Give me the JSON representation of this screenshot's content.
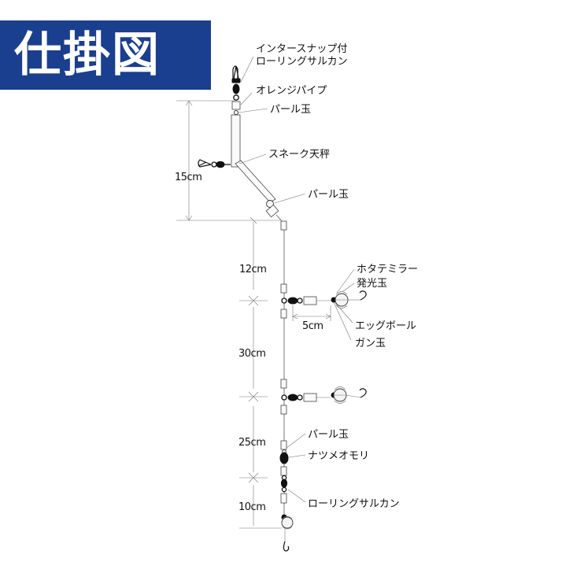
{
  "title": "仕掛図",
  "labels": {
    "snap_swivel_1": "インタースナップ付",
    "snap_swivel_2": "ローリングサルカン",
    "orange_pipe": "オレンジパイプ",
    "pearl_bead_top": "パール玉",
    "snake_tenbin": "スネーク天秤",
    "pearl_bead_mid": "パール玉",
    "hotate_1": "ホタテミラー",
    "hotate_2": "発光玉",
    "egg_ball": "エッグボール",
    "gan_bead": "ガン玉",
    "pearl_bead_low": "パール玉",
    "natsume_sinker": "ナツメオモリ",
    "rolling_swivel": "ローリングサルカン"
  },
  "dimensions": {
    "d15": "15cm",
    "d12": "12cm",
    "d5": "5cm",
    "d30": "30cm",
    "d25": "25cm",
    "d10": "10cm"
  }
}
